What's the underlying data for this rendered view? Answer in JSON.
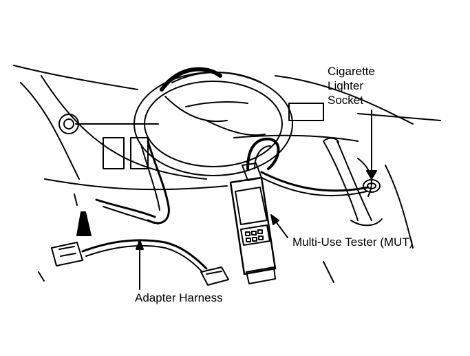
{
  "labels": {
    "cigarette_line1": "Cigarette",
    "cigarette_line2": "Lighter",
    "cigarette_line3": "Socket",
    "mut": "Multi-Use Tester (MUT)",
    "adapter": "Adapter Harness"
  },
  "colors": {
    "ink": "#000000",
    "paper": "#ffffff"
  }
}
